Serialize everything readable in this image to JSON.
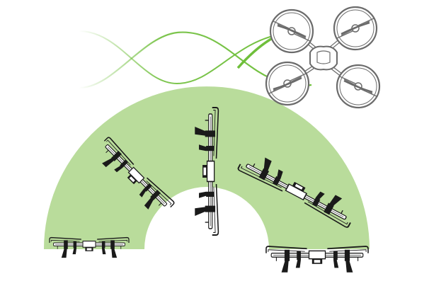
{
  "illustration": {
    "style": "line-art",
    "subjects": [
      "quadcopter-drone-top-view",
      "quadcopter-drone-side-view-flip-sequence"
    ],
    "flip_sequence_count": 5
  },
  "colors": {
    "arc_fill": "#b9dc9b",
    "curve_green": "#6fbf3b",
    "line_black": "#1a1a1a",
    "drone_top_gray": "#6b6b6b",
    "background": "#ffffff"
  },
  "icons": [
    "drone-top-icon",
    "drone-side-icon"
  ]
}
